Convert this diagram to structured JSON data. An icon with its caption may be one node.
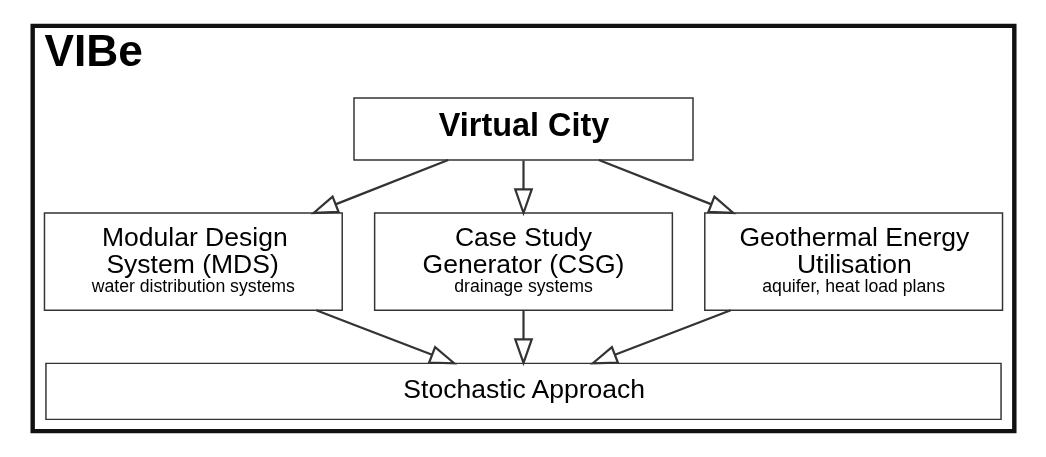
{
  "diagram": {
    "nodes": [
      {
        "text": [
          "VIBe"
        ]
      },
      {
        "text": [
          "Virtual City"
        ],
        "in": 0
      },
      {
        "text": [
          "Modular Design System (MDS)",
          "water distribution systems"
        ],
        "in": 0
      },
      {
        "text": [
          "Case Study Generator (CSG)",
          "drainage systems"
        ],
        "in": 0
      },
      {
        "text": [
          "Geothermal Energy Utilisation",
          "aquifer, heat load plans"
        ],
        "in": 0
      },
      {
        "text": [
          "Stochastic Approach"
        ],
        "in": 0
      }
    ],
    "edges": [
      {
        "from": 1,
        "to": 2,
        "arrow": "to"
      },
      {
        "from": 1,
        "to": 3,
        "arrow": "to"
      },
      {
        "from": 1,
        "to": 4,
        "arrow": "to"
      },
      {
        "from": 2,
        "to": 5,
        "arrow": "to"
      },
      {
        "from": 3,
        "to": 5,
        "arrow": "to"
      },
      {
        "from": 4,
        "to": 5,
        "arrow": "to"
      }
    ]
  }
}
